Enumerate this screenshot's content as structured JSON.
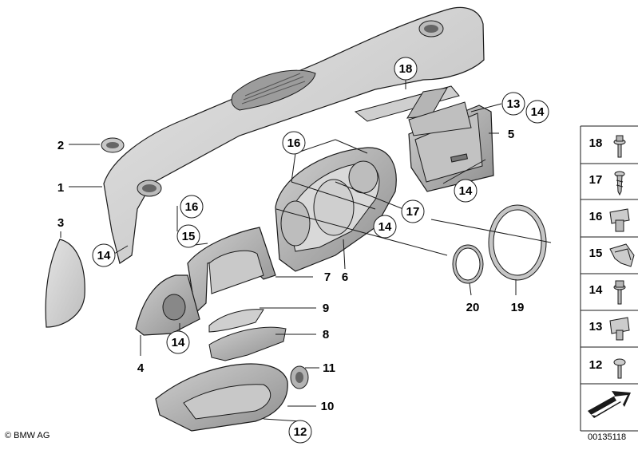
{
  "callouts": [
    {
      "id": "c18-top",
      "label": "18"
    },
    {
      "id": "c13",
      "label": "13"
    },
    {
      "id": "c14-topright",
      "label": "14"
    },
    {
      "id": "c5",
      "label": "5"
    },
    {
      "id": "c2",
      "label": "2"
    },
    {
      "id": "c1",
      "label": "1"
    },
    {
      "id": "c16-mid",
      "label": "16"
    },
    {
      "id": "c16-left",
      "label": "16"
    },
    {
      "id": "c17",
      "label": "17"
    },
    {
      "id": "c14-glovebox",
      "label": "14"
    },
    {
      "id": "c14-cluster",
      "label": "14"
    },
    {
      "id": "c3",
      "label": "3"
    },
    {
      "id": "c14-left",
      "label": "14"
    },
    {
      "id": "c15",
      "label": "15"
    },
    {
      "id": "c7",
      "label": "7"
    },
    {
      "id": "c6",
      "label": "6"
    },
    {
      "id": "c20",
      "label": "20"
    },
    {
      "id": "c19",
      "label": "19"
    },
    {
      "id": "c9",
      "label": "9"
    },
    {
      "id": "c8",
      "label": "8"
    },
    {
      "id": "c14-bezel",
      "label": "14"
    },
    {
      "id": "c4",
      "label": "4"
    },
    {
      "id": "c11",
      "label": "11"
    },
    {
      "id": "c10",
      "label": "10"
    },
    {
      "id": "c12-bottom",
      "label": "12"
    }
  ],
  "legend": [
    {
      "label": "18",
      "icon": "screw-with-washer-icon"
    },
    {
      "label": "17",
      "icon": "self-tapping-screw-icon"
    },
    {
      "label": "16",
      "icon": "clip-nut-icon"
    },
    {
      "label": "15",
      "icon": "spring-clip-icon"
    },
    {
      "label": "14",
      "icon": "hex-screw-icon"
    },
    {
      "label": "13",
      "icon": "clip-with-tab-icon"
    },
    {
      "label": "12",
      "icon": "pan-head-screw-icon"
    }
  ],
  "footer": {
    "copyright": "© BMW AG",
    "diagram_number": "00135118"
  },
  "colors": {
    "line": "#1a1a1a",
    "part_fill": "#d8d8d8",
    "part_fill_dark": "#a9a9a9",
    "background": "#ffffff"
  }
}
